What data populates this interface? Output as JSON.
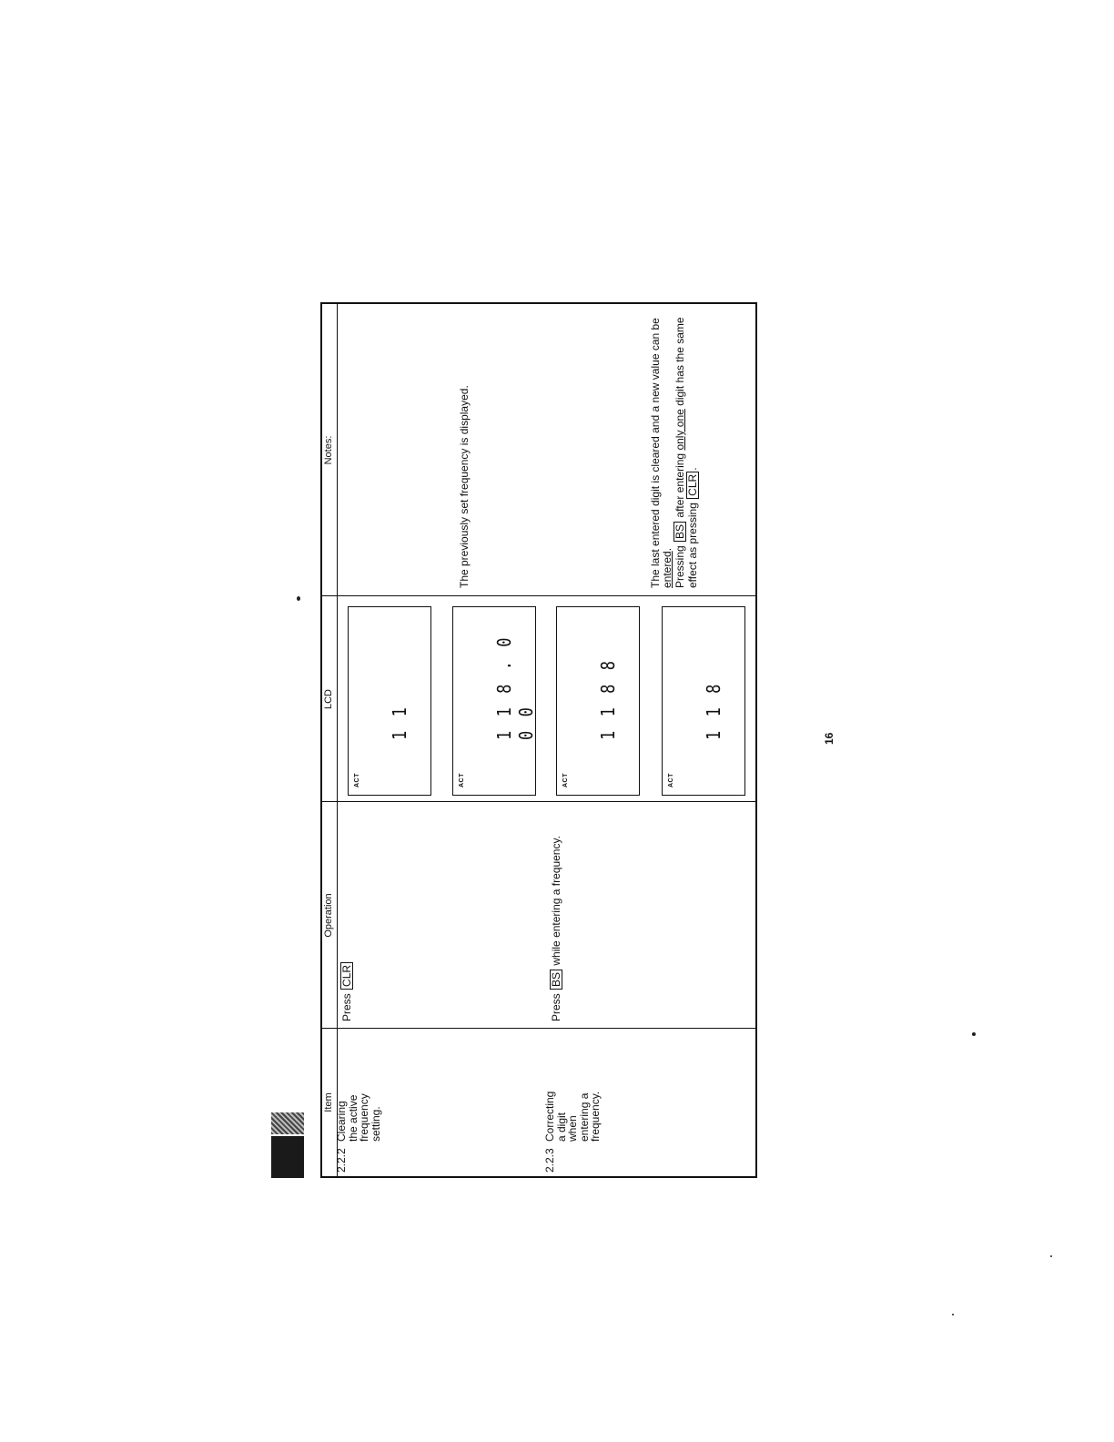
{
  "header": {
    "item": "Item",
    "operation": "Operation",
    "lcd": "LCD",
    "notes": "Notes:"
  },
  "rows": [
    {
      "number": "2.2.2",
      "title": "Clearing\nthe active\nfrequency\nsetting.",
      "operation_prefix": "Press",
      "operation_key": "CLR",
      "operation_suffix": "",
      "lcd_label": "ACT",
      "lcd_value": "1 1",
      "note": ""
    },
    {
      "lcd_label": "ACT",
      "lcd_value": "1 1 8 . 0 0 0",
      "note": "The previously set frequency is displayed."
    },
    {
      "number": "2.2.3",
      "title": "Correcting\na digit\nwhen\nentering a\nfrequency.",
      "operation_prefix": "Press",
      "operation_key": "BS",
      "operation_suffix": "while entering a frequency.",
      "lcd_label": "ACT",
      "lcd_value": "1 1 8  8",
      "note": ""
    },
    {
      "lcd_label": "ACT",
      "lcd_value": "1 1 8",
      "note_line1": "The last entered digit is cleared and a new value can be",
      "note_entered": "entered",
      "note_line2_prefix": "Pressing",
      "note_key1": "BS",
      "note_line2_mid": "after entering",
      "note_only_one": "only one",
      "note_line2_suffix": "digit has the same effect as pressing",
      "note_key2": "CLR",
      "note_end": "."
    }
  ],
  "page_number": "16"
}
